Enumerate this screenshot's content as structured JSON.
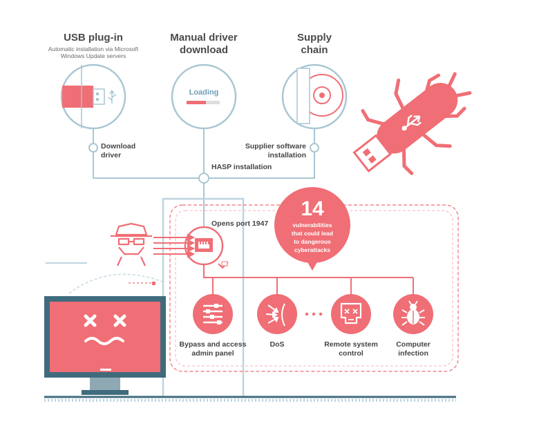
{
  "sources": {
    "usb": {
      "title": "USB plug-in",
      "subtitle_1": "Automatic installation via Microsoft",
      "subtitle_2": "Windows Update servers",
      "connector_label_1": "Download",
      "connector_label_2": "driver"
    },
    "manual": {
      "title_1": "Manual driver",
      "title_2": "download",
      "loading_text": "Loading"
    },
    "supply": {
      "title_1": "Supply",
      "title_2": "chain",
      "connector_label_1": "Supplier software",
      "connector_label_2": "installation"
    }
  },
  "hub": {
    "label": "HASP installation"
  },
  "port": {
    "label": "Opens port 1947"
  },
  "vulnerabilities": {
    "count": "14",
    "line_1": "vulnerabilities",
    "line_2": "that could lead",
    "line_3": "to dangerous",
    "line_4": "cyberattacks"
  },
  "outcomes": [
    {
      "line_1": "Bypass and access",
      "line_2": "admin panel",
      "icon": "sliders-icon"
    },
    {
      "line_1": "DoS",
      "line_2": "",
      "icon": "burst-icon"
    },
    {
      "line_1": "Remote system",
      "line_2": "control",
      "icon": "skull-icon"
    },
    {
      "line_1": "Computer",
      "line_2": "infection",
      "icon": "bug-icon"
    }
  ],
  "colors": {
    "accent": "#f06e75",
    "line": "#a9c6d3",
    "monitor_frame": "#3f6b7c",
    "text": "#4a4a4a",
    "loading": "#6f9eb7"
  }
}
